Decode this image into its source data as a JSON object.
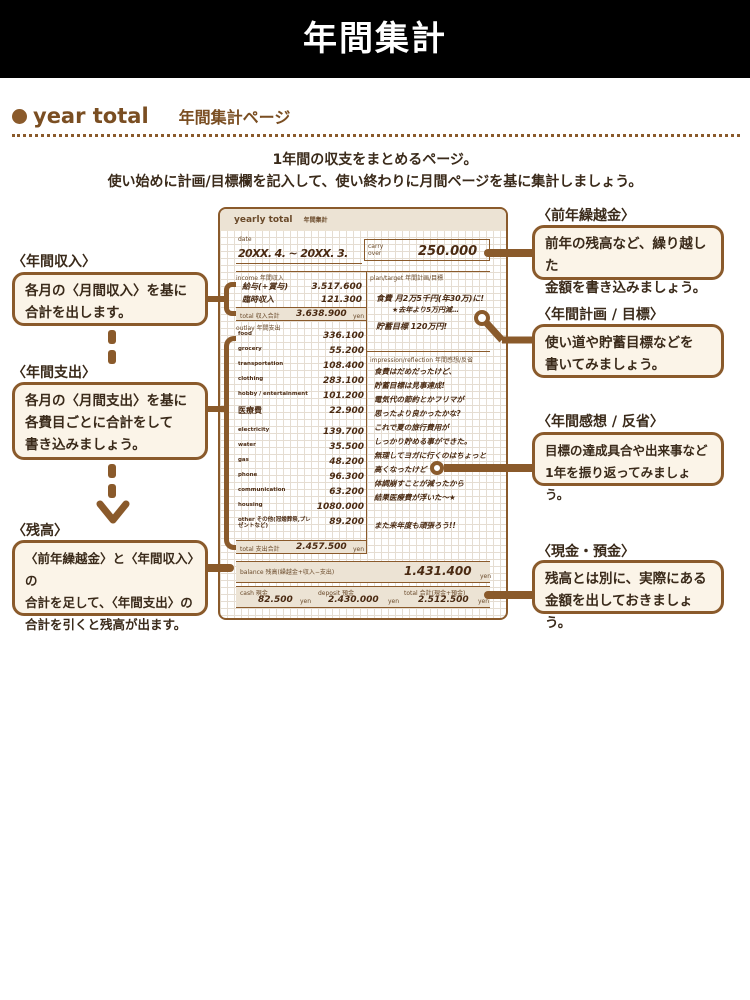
{
  "header": {
    "title": "年間集計"
  },
  "section": {
    "title_en": "year total",
    "title_jp": "年間集計ページ"
  },
  "intro": [
    "1年間の収支をまとめるページ。",
    "使い始めに計画/目標欄を記入して、使い終わりに月間ページを基に集計しましょう。"
  ],
  "callouts": {
    "income": {
      "label": "〈年間収入〉",
      "text": [
        "各月の〈月間収入〉を基に",
        "合計を出します。"
      ]
    },
    "outlay": {
      "label": "〈年間支出〉",
      "text": [
        "各月の〈月間支出〉を基に",
        "各費目ごとに合計をして",
        "書き込みましょう。"
      ]
    },
    "balance": {
      "label": "〈残高〉",
      "text": [
        "〈前年繰越金〉と〈年間収入〉の",
        "合計を足して、〈年間支出〉の",
        "合計を引くと残高が出ます。"
      ]
    },
    "carry": {
      "label": "〈前年繰越金〉",
      "text": [
        "前年の残高など、繰り越した",
        "金額を書き込みましょう。"
      ]
    },
    "plan": {
      "label": "〈年間計画 / 目標〉",
      "text": [
        "使い道や貯蓄目標などを",
        "書いてみましょう。"
      ]
    },
    "impression": {
      "label": "〈年間感想 / 反省〉",
      "text": [
        "目標の達成具合や出来事など",
        "1年を振り返ってみましょう。"
      ]
    },
    "cash": {
      "label": "〈現金・預金〉",
      "text": [
        "残高とは別に、実際にある",
        "金額を出しておきましょう。"
      ]
    }
  },
  "form": {
    "title": "yearly total",
    "title_jp": "年間集計",
    "date_label": "date",
    "date_value": "20XX. 4. ~ 20XX. 3.",
    "carry_label": "carry over",
    "carry_value": "250.000",
    "yen": "yen",
    "income_label": "income 年間収入",
    "income_items": [
      {
        "name": "給与(+賞与)",
        "value": "3.517.600"
      },
      {
        "name": "臨時収入",
        "value": "121.300"
      }
    ],
    "income_total_label": "total 収入合計",
    "income_total": "3.638.900",
    "outlay_label": "outlay 年間支出",
    "outlay_items": [
      {
        "name": "food",
        "value": "336.100"
      },
      {
        "name": "grocery",
        "value": "55.200"
      },
      {
        "name": "transportation",
        "value": "108.400"
      },
      {
        "name": "clothing",
        "value": "283.100"
      },
      {
        "name": "hobby / entertainment",
        "value": "101.200"
      },
      {
        "name": "医療費",
        "value": "22.900"
      },
      {
        "name": "electricity",
        "value": "139.700"
      },
      {
        "name": "water",
        "value": "35.500"
      },
      {
        "name": "gas",
        "value": "48.200"
      },
      {
        "name": "phone",
        "value": "96.300"
      },
      {
        "name": "communication",
        "value": "63.200"
      },
      {
        "name": "housing",
        "value": "1080.000"
      },
      {
        "name": "other その他(冠婚葬祭,プレゼントなど)",
        "value": "89.200"
      }
    ],
    "outlay_total_label": "total 支出合計",
    "outlay_total": "2.457.500",
    "plan_label": "plan/target 年間計画/目標",
    "plan_lines": [
      "食費 月2万5千円(年30万)に!",
      "★去年より5万円減…",
      "貯蓄目標 120万円!"
    ],
    "impression_label": "impression/reflection 年間感想/反省",
    "impression_lines": [
      "食費はだめだったけど、",
      "貯蓄目標は見事達成!",
      "電気代の節約とかフリマが",
      "思ったより良かったかな?",
      "これで夏の旅行費用が",
      "しっかり貯める事ができた。",
      "無理してヨガに行くのはちょっと",
      "高くなったけど",
      "体調崩すことが減ったから",
      "結果医療費が浮いた〜★",
      "",
      "また来年度も頑張ろう!!"
    ],
    "balance_label": "balance 残高(繰越金+収入−支出)",
    "balance_value": "1.431.400",
    "cash_label": "cash 現金",
    "cash_value": "82.500",
    "deposit_label": "deposit 預金",
    "deposit_value": "2.430.000",
    "total_label": "total 合計(現金+預金)",
    "total_value": "2.512.500"
  },
  "colors": {
    "accent": "#8a5a2b",
    "box_fill": "#fbf4e8",
    "form_band": "#ece3d4"
  }
}
